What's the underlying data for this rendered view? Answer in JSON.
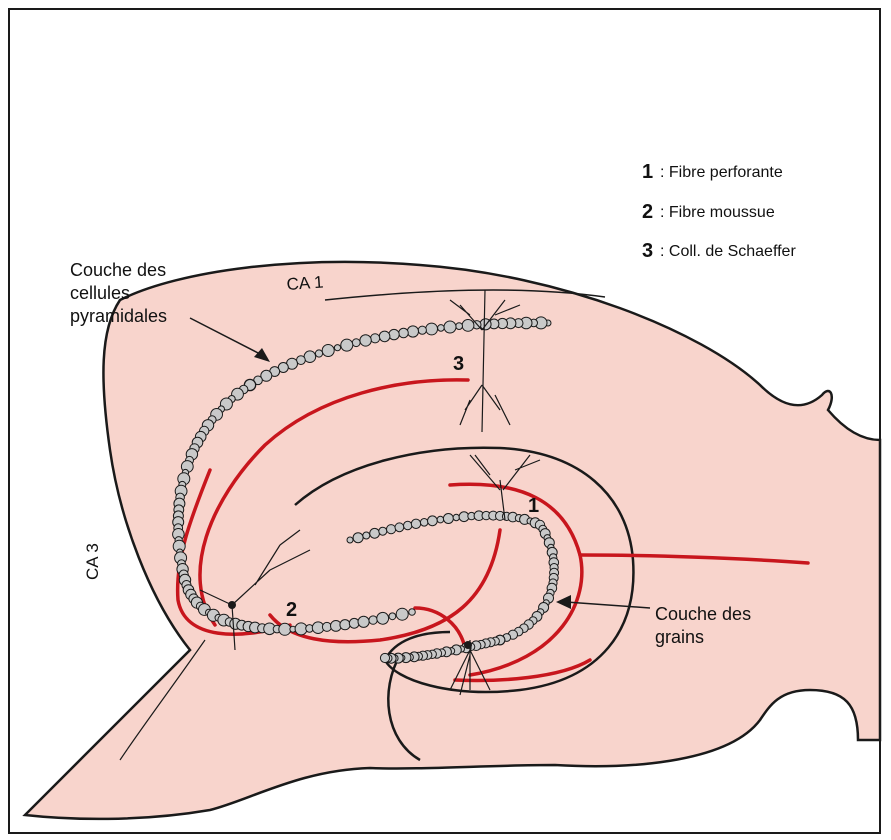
{
  "legend": {
    "items": [
      {
        "num": "1",
        "text": ": Fibre perforante"
      },
      {
        "num": "2",
        "text": ": Fibre moussue"
      },
      {
        "num": "3",
        "text": ": Coll. de Schaeffer"
      }
    ]
  },
  "labels": {
    "ca1": "CA 1",
    "ca3": "CA 3",
    "pyramidal_line1": "Couche des",
    "pyramidal_line2": "cellules",
    "pyramidal_line3": "pyramidales",
    "granule_line1": "Couche des",
    "granule_line2": "grains",
    "marker_1": "1",
    "marker_2": "2",
    "marker_3": "3"
  },
  "colors": {
    "tissue": "#f8d4cc",
    "fiber": "#c8161d",
    "cell_fill": "#c9c9c9",
    "outline": "#1a1a1a"
  }
}
